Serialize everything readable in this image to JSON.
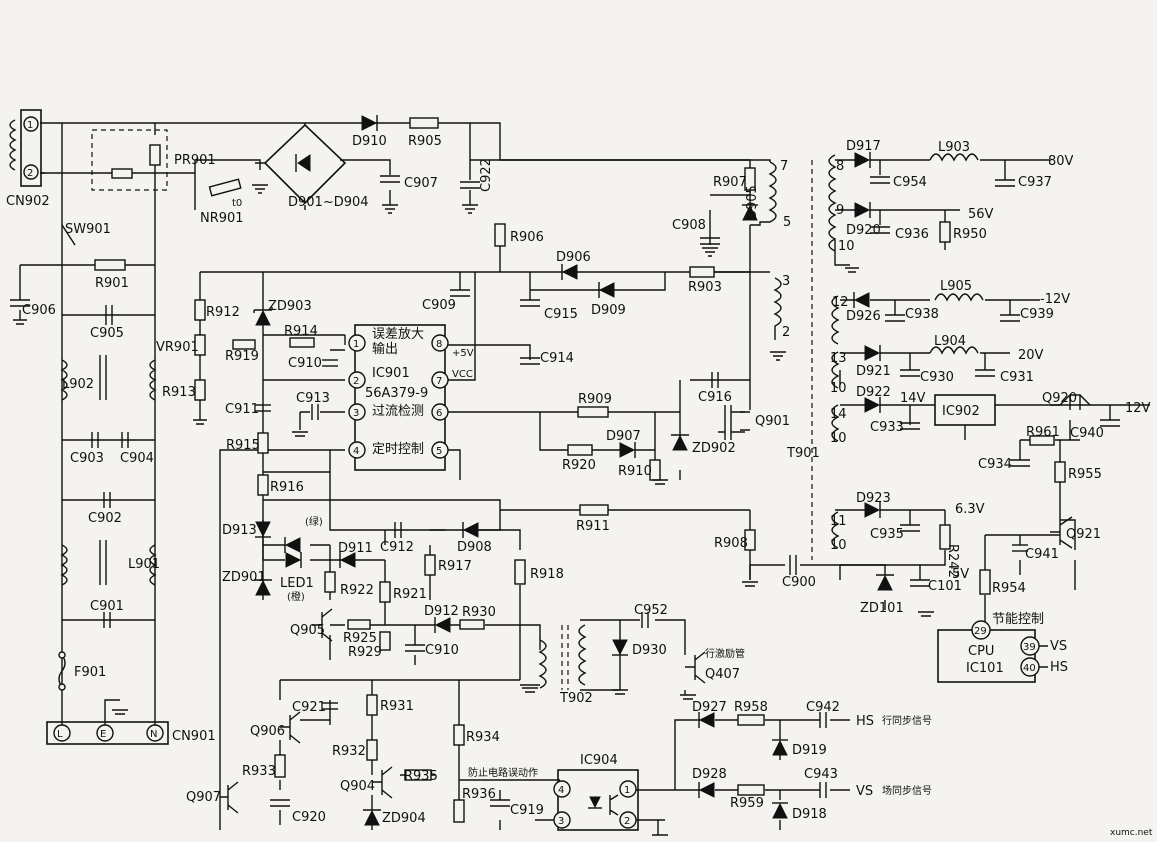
{
  "labels": {
    "cn902": "CN902",
    "cn902_pin1": "1",
    "cn902_pin2": "2",
    "pr901": "PR901",
    "nr901": "NR901",
    "t0": "t0",
    "d910": "D910",
    "r905": "R905",
    "bridge": "D901~D904",
    "c907": "C907",
    "c922": "C922",
    "sw901": "SW901",
    "r901": "R901",
    "c906": "C906",
    "c905": "C905",
    "l902": "L902",
    "c903": "C903",
    "c904": "C904",
    "c902": "C902",
    "l901": "L901",
    "c901": "C901",
    "f901": "F901",
    "cn901": "CN901",
    "pin_l": "L",
    "pin_e": "E",
    "pin_n": "N",
    "r906": "R906",
    "d906": "D906",
    "d909": "D909",
    "c915": "C915",
    "c909": "C909",
    "r903": "R903",
    "r907": "R907",
    "c908": "C908",
    "d905": "D905",
    "r912": "R912",
    "zd903": "ZD903",
    "vr901": "VR901",
    "r914": "R914",
    "r919": "R919",
    "c910": "C910",
    "r913": "R913",
    "c911": "C911",
    "c913": "C913",
    "r915": "R915",
    "r916": "R916",
    "ic901_name": "IC901",
    "ic901_part": "56A379-9",
    "ic901_pin1": "1",
    "ic901_pin2": "2",
    "ic901_pin3": "3",
    "ic901_pin4": "4",
    "ic901_pin5": "5",
    "ic901_pin6": "6",
    "ic901_pin7": "7",
    "ic901_pin8": "8",
    "ic901_f1a": "误差放大",
    "ic901_f1b": "输出",
    "ic901_f3": "过流检测",
    "ic901_f4": "定时控制",
    "ic901_plus5": "+5V",
    "ic901_vcc": "VCC",
    "c914": "C914",
    "r909": "R909",
    "c916": "C916",
    "q901": "Q901",
    "d907": "D907",
    "r920": "R920",
    "r910": "R910",
    "zd902": "ZD902",
    "r911": "R911",
    "r908": "R908",
    "c900": "C900",
    "t901": "T901",
    "w7": "7",
    "w5": "5",
    "w3": "3",
    "w2": "2",
    "w8": "8",
    "w9": "9",
    "w10a": "10",
    "w12": "12",
    "w13": "13",
    "w10b": "10",
    "w14": "14",
    "w10c": "10",
    "w11": "11",
    "w10d": "10",
    "d917": "D917",
    "l903": "L903",
    "v80": "80V",
    "c954": "C954",
    "c937": "C937",
    "d920": "D920",
    "v56": "56V",
    "c936": "C936",
    "r950": "R950",
    "d926": "D926",
    "l905": "L905",
    "vm12": "-12V",
    "c938": "C938",
    "c939": "C939",
    "d921": "D921",
    "l904": "L904",
    "v20": "20V",
    "c930": "C930",
    "c931": "C931",
    "d922": "D922",
    "v14": "14V",
    "c933": "C933",
    "ic902": "IC902",
    "q920": "Q920",
    "v12": "12V",
    "r961": "R961",
    "c940": "C940",
    "c934": "C934",
    "r955": "R955",
    "d923": "D923",
    "v63": "6.3V",
    "c935": "C935",
    "r242": "R242",
    "v5": "5V",
    "zd101": "ZD101",
    "c101": "C101",
    "q921": "Q921",
    "c941": "C941",
    "r954": "R954",
    "energy": "节能控制",
    "cpu": "CPU",
    "ic101": "IC101",
    "cpu_pin29": "29",
    "cpu_pin39": "39",
    "cpu_pin40": "40",
    "vs_out": "VS",
    "hs_out": "HS",
    "d913": "D913",
    "green": "(绿)",
    "d911": "D911",
    "c912": "C912",
    "d908": "D908",
    "r917": "R917",
    "r918": "R918",
    "zd901": "ZD901",
    "led1": "LED1",
    "orange": "(橙)",
    "r922": "R922",
    "r921": "R921",
    "q905": "Q905",
    "r925": "R925",
    "r929": "R929",
    "d912": "D912",
    "r930": "R930",
    "c910b": "C910",
    "c952": "C952",
    "d930": "D930",
    "hdrive": "行激励管",
    "q407": "Q407",
    "t902": "T902",
    "q906": "Q906",
    "c921": "C921",
    "r931": "R931",
    "r934": "R934",
    "r932": "R932",
    "r933": "R933",
    "q907": "Q907",
    "c920": "C920",
    "q904": "Q904",
    "r935": "R935",
    "zd904": "ZD904",
    "protect": "防止电路误动作",
    "r936": "R936",
    "c919": "C919",
    "ic904": "IC904",
    "ic904_pin1": "1",
    "ic904_pin2": "2",
    "ic904_pin3": "3",
    "ic904_pin4": "4",
    "d927": "D927",
    "r958": "R958",
    "c942": "C942",
    "hs_in": "HS",
    "hsync": "行同步信号",
    "d919": "D919",
    "d928": "D928",
    "r959": "R959",
    "c943": "C943",
    "vs_in": "VS",
    "vsync": "场同步信号",
    "d918": "D918",
    "watermark": "xumc.net"
  }
}
